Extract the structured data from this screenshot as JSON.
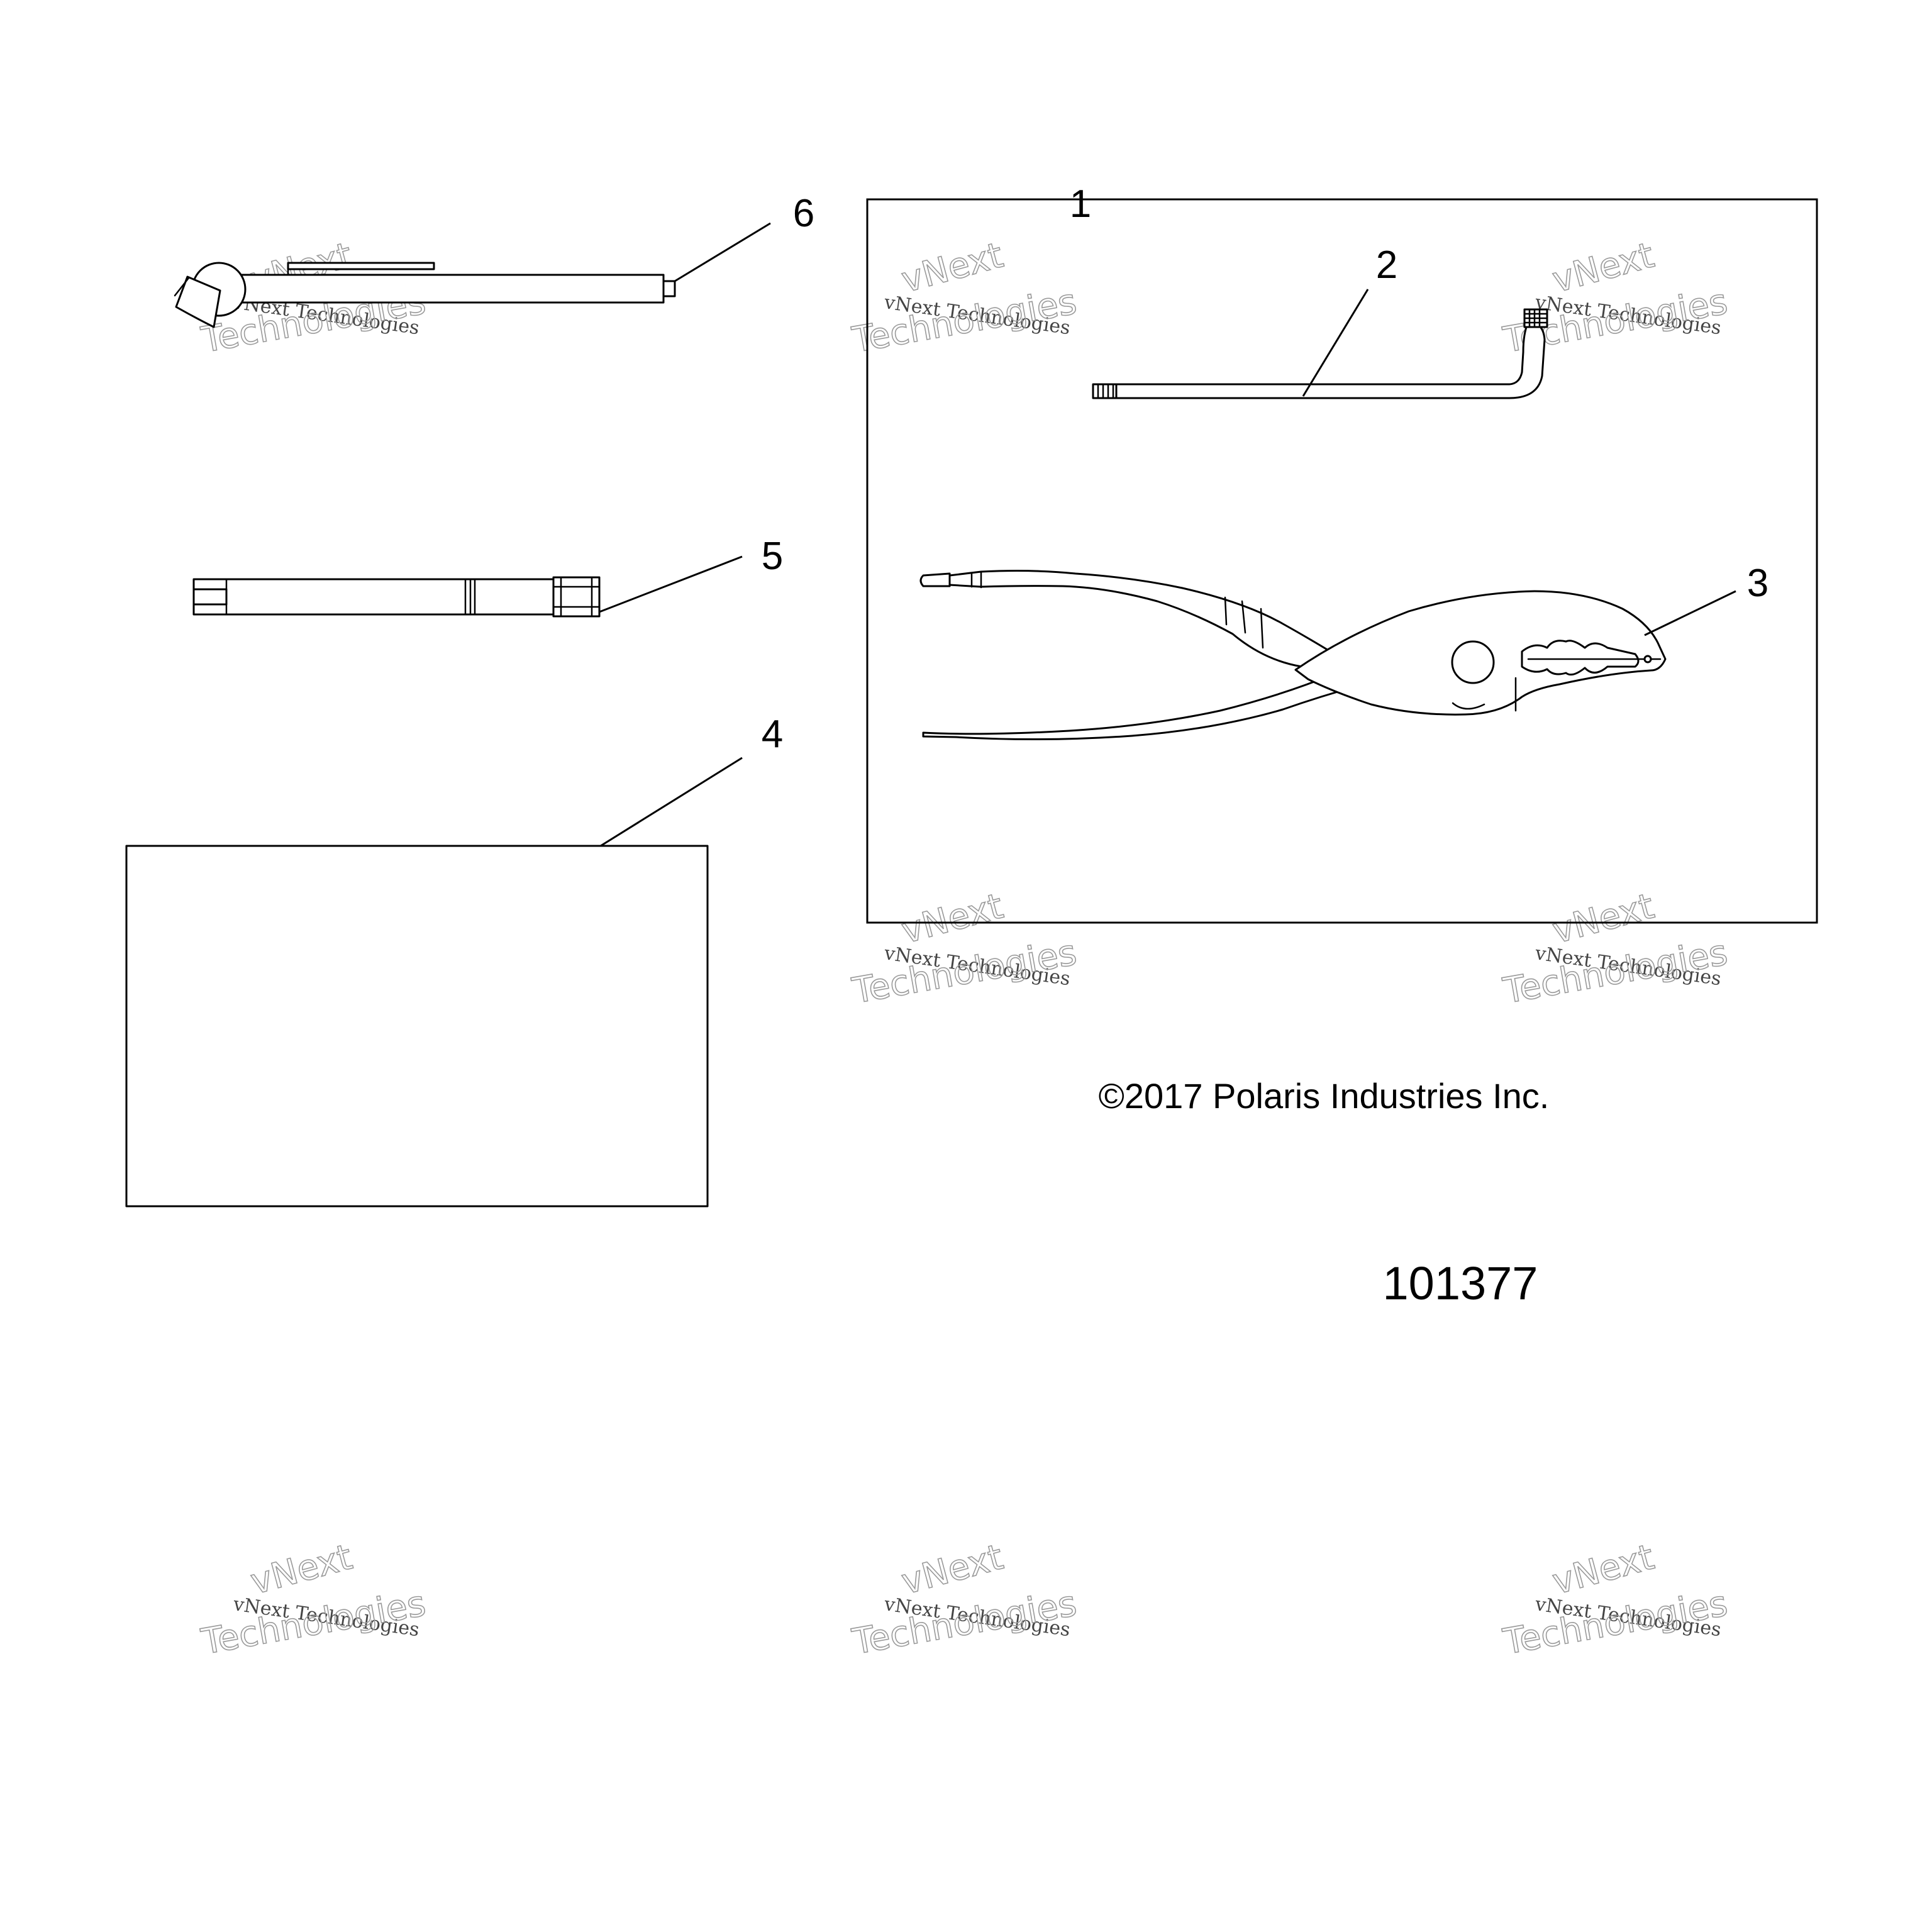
{
  "diagram": {
    "callouts": {
      "c1": "1",
      "c2": "2",
      "c3": "3",
      "c4": "4",
      "c5": "5",
      "c6": "6"
    },
    "copyright": "©2017 Polaris Industries Inc.",
    "figure_number": "101377",
    "watermark": {
      "line1": "vNext Technologies",
      "line2": "Technologies",
      "line0": "vNext"
    }
  }
}
